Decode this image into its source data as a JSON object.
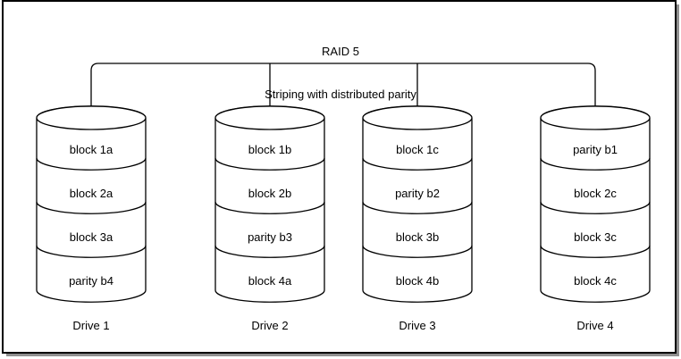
{
  "diagram": {
    "title": "RAID 5",
    "subtitle": "Striping with distributed parity"
  },
  "drives": [
    {
      "name": "Drive 1",
      "blocks": [
        "block 1a",
        "block 2a",
        "block 3a",
        "parity b4"
      ]
    },
    {
      "name": "Drive 2",
      "blocks": [
        "block 1b",
        "block 2b",
        "parity b3",
        "block 4a"
      ]
    },
    {
      "name": "Drive 3",
      "blocks": [
        "block 1c",
        "parity b2",
        "block 3b",
        "block 4b"
      ]
    },
    {
      "name": "Drive 4",
      "blocks": [
        "parity b1",
        "block 2c",
        "block 3c",
        "block 4c"
      ]
    }
  ],
  "colors": {
    "stroke": "#000000",
    "fill": "#ffffff",
    "frame_shadow": "#8f8f8f"
  }
}
